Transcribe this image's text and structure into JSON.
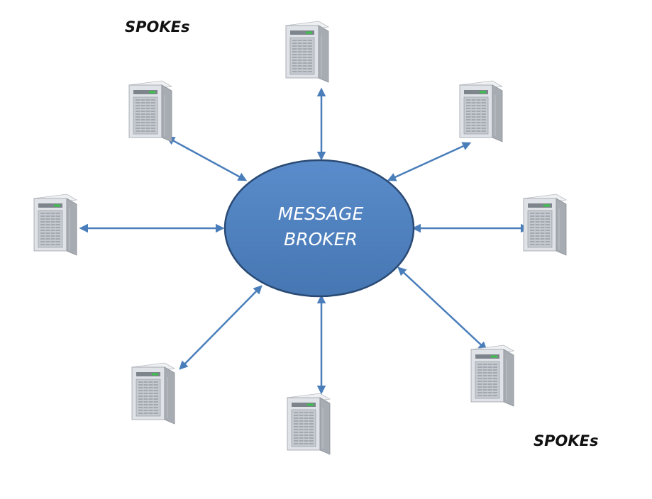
{
  "labels": {
    "spokes_top": "SPOKEs",
    "spokes_bottom": "SPOKEs",
    "hub_line1": "MESSAGE",
    "hub_line2": "BROKER"
  },
  "colors": {
    "hub_fill": "#4f81bd",
    "hub_stroke": "#2a4a74",
    "arrow": "#4a7ebb",
    "server_front": "#dfe2e6",
    "server_side": "#a7acb3",
    "server_top": "#eef0f2",
    "led": "#3cc24a"
  },
  "nodes": [
    {
      "name": "server-top-center",
      "icon": "server-icon"
    },
    {
      "name": "server-top-left",
      "icon": "server-icon"
    },
    {
      "name": "server-top-right",
      "icon": "server-icon"
    },
    {
      "name": "server-middle-left",
      "icon": "server-icon"
    },
    {
      "name": "server-middle-right",
      "icon": "server-icon"
    },
    {
      "name": "server-bottom-left",
      "icon": "server-icon"
    },
    {
      "name": "server-bottom-center",
      "icon": "server-icon"
    },
    {
      "name": "server-bottom-right",
      "icon": "server-icon"
    }
  ],
  "connections": {
    "type": "bidirectional-arrow",
    "from_each_node_to": "message-broker"
  }
}
